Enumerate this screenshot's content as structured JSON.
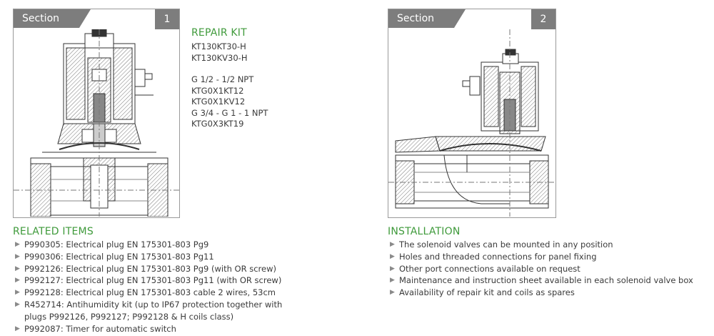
{
  "left_panel": {
    "tab_label": "Section",
    "number": "1"
  },
  "right_panel": {
    "tab_label": "Section",
    "number": "2"
  },
  "repair_kit": {
    "title": "REPAIR KIT",
    "lines_a": [
      "KT130KT30-H",
      "KT130KV30-H"
    ],
    "lines_b": [
      "G 1/2 - 1/2 NPT",
      "KTG0X1KT12",
      "KTG0X1KV12",
      "G 3/4 - G 1 - 1 NPT",
      "KTG0X3KT19"
    ]
  },
  "related_items": {
    "title": "RELATED ITEMS",
    "items": [
      {
        "text": "P990305: Electrical plug EN 175301-803 Pg9"
      },
      {
        "text": "P990306: Electrical plug EN 175301-803 Pg11"
      },
      {
        "text": "P992126: Electrical plug EN 175301-803 Pg9 (with OR screw)"
      },
      {
        "text": "P992127: Electrical plug EN 175301-803 Pg11 (with OR screw)"
      },
      {
        "text": "P992128: Electrical plug EN 175301-803 cable 2 wires, 53cm"
      },
      {
        "text": "R452714: Antihumidity kit (up to IP67 protection together with",
        "cont": "plugs P992126, P992127; P992128 & H coils class)"
      },
      {
        "text": "P992087: Timer for automatic switch"
      }
    ]
  },
  "installation": {
    "title": "INSTALLATION",
    "items": [
      "The solenoid valves can be mounted in any position",
      "Holes and threaded connections for panel fixing",
      "Other port connections available on request",
      "Maintenance and instruction sheet available in each solenoid valve box",
      "Availability of repair kit and coils as spares"
    ]
  }
}
